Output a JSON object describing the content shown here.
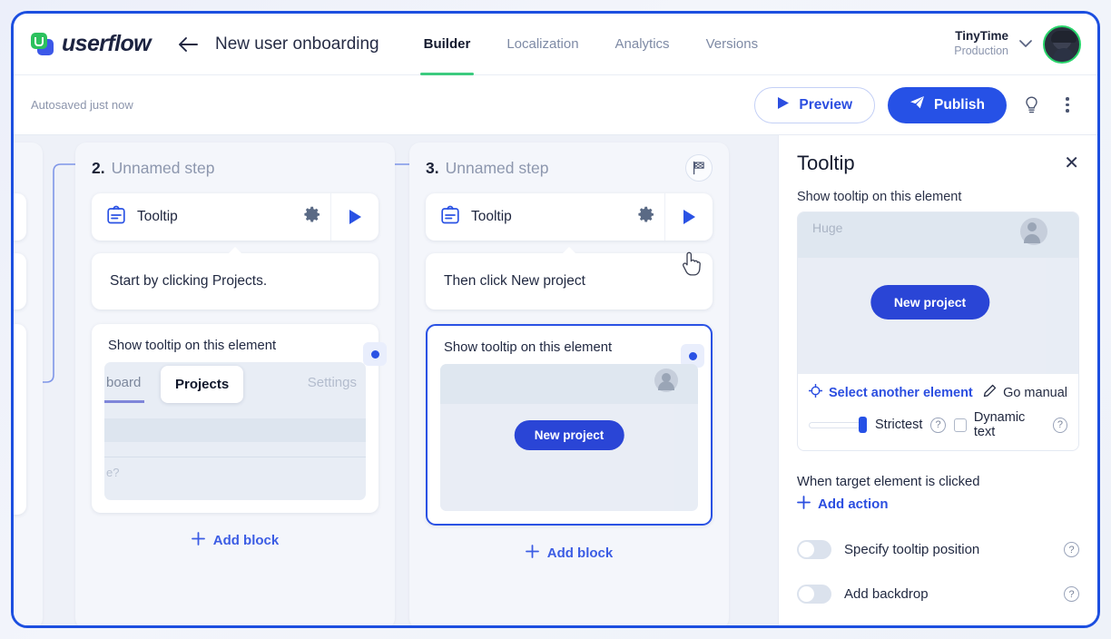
{
  "header": {
    "brand": "userflow",
    "back_icon": "back-arrow-icon",
    "flow_title": "New user onboarding",
    "tabs": [
      {
        "label": "Builder",
        "active": true
      },
      {
        "label": "Localization",
        "active": false
      },
      {
        "label": "Analytics",
        "active": false
      },
      {
        "label": "Versions",
        "active": false
      }
    ],
    "account": {
      "name": "TinyTime",
      "env": "Production",
      "chevron": "chevron-down-icon"
    }
  },
  "toolbar": {
    "autosave": "Autosaved just now",
    "preview_label": "Preview",
    "publish_label": "Publish",
    "bulb_icon": "lightbulb-icon",
    "kebab_icon": "more-vertical-icon"
  },
  "canvas": {
    "steps": [
      {
        "number": "2.",
        "name": "Unnamed step",
        "block_type": "Tooltip",
        "gear_icon": "gear-icon",
        "play_icon": "play-icon",
        "tooltip_text": "Start by clicking Projects.",
        "selector_label": "Show tooltip on this element",
        "selected": false,
        "preview": {
          "kind": "tabs",
          "tab_left": "board",
          "tab_active": "Projects",
          "tab_right": "Settings",
          "footer_text": "e?"
        },
        "add_block_label": "Add block"
      },
      {
        "number": "3.",
        "name": "Unnamed step",
        "goal_icon": "checkered-flag-icon",
        "block_type": "Tooltip",
        "gear_icon": "gear-icon",
        "play_icon": "play-icon",
        "tooltip_text": "Then click New project",
        "selector_label": "Show tooltip on this element",
        "selected": true,
        "preview": {
          "kind": "newproject",
          "button_label": "New project"
        },
        "add_block_label": "Add block"
      }
    ]
  },
  "panel": {
    "title": "Tooltip",
    "close_icon": "close-icon",
    "section_label": "Show tooltip on this element",
    "preview": {
      "heading": "Huge",
      "button_label": "New project",
      "avatar_icon": "user-avatar-icon"
    },
    "select_another": "Select another element",
    "select_icon": "target-icon",
    "go_manual": "Go manual",
    "pencil_icon": "pencil-icon",
    "strictness_label": "Strictest",
    "dynamic_text_label": "Dynamic text",
    "help_icon": "question-circle-icon",
    "when_clicked_label": "When target element is clicked",
    "add_action_label": "Add action",
    "toggles": [
      {
        "label": "Specify tooltip position",
        "on": false
      },
      {
        "label": "Add backdrop",
        "on": false
      }
    ]
  },
  "colors": {
    "brand_blue": "#2651e6",
    "accent_green": "#3ccb7f",
    "frame_blue": "#1c4fe0",
    "canvas_bg": "#eef1f8"
  }
}
